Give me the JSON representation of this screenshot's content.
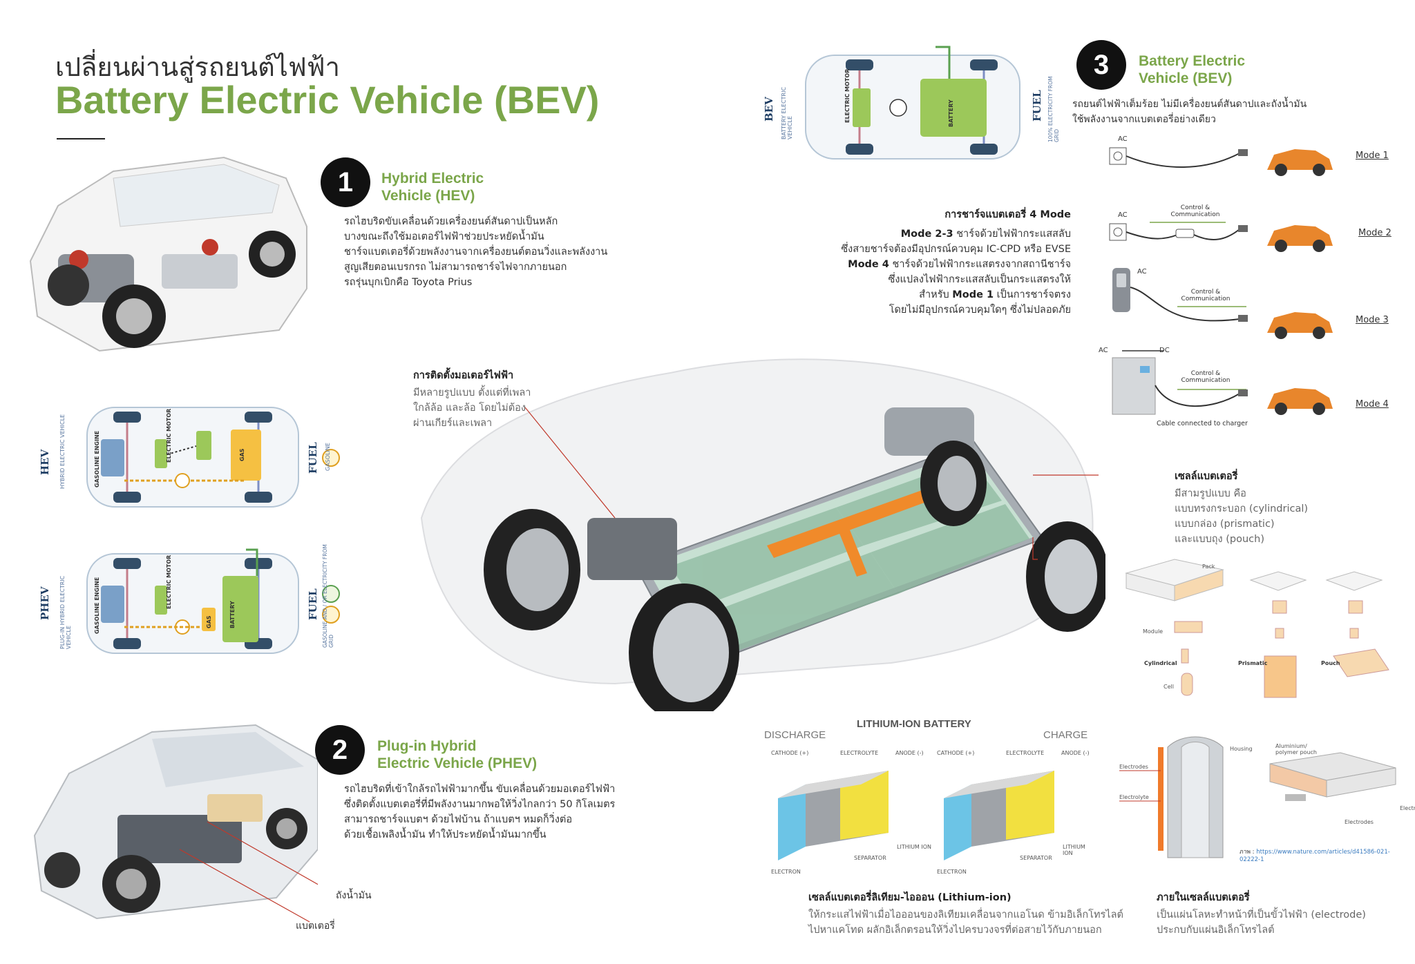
{
  "header": {
    "thai_title": "เปลี่ยนผ่านสู่รถยนต์ไฟฟ้า",
    "title": "Battery Electric Vehicle (BEV)"
  },
  "hev": {
    "number": "1",
    "title_1": "Hybrid Electric",
    "title_2": "Vehicle (HEV)",
    "lines": [
      "รถไฮบริดขับเคลื่อนด้วยเครื่องยนต์สันดาปเป็นหลัก",
      "บางขณะถึงใช้มอเตอร์ไฟฟ้าช่วยประหยัดน้ำมัน",
      "ชาร์จแบตเตอรี่ด้วยพลังงานจากเครื่องยนต์ตอนวิ่งและพลังงาน",
      "สูญเสียตอนเบรกรถ ไม่สามารถชาร์จไฟจากภายนอก",
      "รถรุ่นบุกเบิกคือ Toyota Prius"
    ],
    "diagram": {
      "side_left": "HEV",
      "side_left_sub": "HYBRID ELECTRIC VEHICLE",
      "engine": "GASOLINE ENGINE",
      "motor": "ELECTRIC MOTOR",
      "gas": "GAS",
      "side_right": "FUEL",
      "side_right_sub": "GASOLINE"
    }
  },
  "phev": {
    "number": "2",
    "title_1": "Plug-in Hybrid",
    "title_2": "Electric Vehicle (PHEV)",
    "lines": [
      "รถไฮบริดที่เข้าใกล้รถไฟฟ้ามากขึ้น ขับเคลื่อนด้วยมอเตอร์ไฟฟ้า",
      "ซึ่งติดตั้งแบตเตอรี่ที่มีพลังงานมากพอให้วิ่งไกลกว่า 50 กิโลเมตร",
      "สามารถชาร์จแบตฯ ด้วยไฟบ้าน ถ้าแบตฯ หมดก็วิ่งต่อ",
      "ด้วยเชื้อเพลิงน้ำมัน ทำให้ประหยัดน้ำมันมากขึ้น"
    ],
    "label_tank": "ถังน้ำมัน",
    "label_battery": "แบตเตอรี่",
    "diagram": {
      "side_left": "PHEV",
      "side_left_sub": "PLUG-IN HYBRID ELECTRIC VEHICLE",
      "engine": "GASOLINE ENGINE",
      "motor": "ELECTRIC MOTOR",
      "gas": "GAS",
      "battery": "BATTERY",
      "side_right": "FUEL",
      "side_right_sub": "GASOLINE AND / OR ELECTRICITY FROM GRID"
    }
  },
  "bev": {
    "number": "3",
    "title_1": "Battery Electric",
    "title_2": "Vehicle (BEV)",
    "lines": [
      "รถยนต์ไฟฟ้าเต็มร้อย ไม่มีเครื่องยนต์สันดาปและถังน้ำมัน",
      "ใช้พลังงานจากแบตเตอรี่อย่างเดียว"
    ],
    "diagram": {
      "side_left": "BEV",
      "side_left_sub": "BATTERY ELECTRIC VEHICLE",
      "motor": "ELECTRIC MOTOR",
      "battery": "BATTERY",
      "side_right": "FUEL",
      "side_right_sub": "100% ELECTRICITY FROM GRID"
    }
  },
  "charging": {
    "title": "การชาร์จแบตเตอรี่ 4 Mode",
    "l1_b": "Mode 2-3",
    "l1": " ชาร์จด้วยไฟฟ้ากระแสสลับ",
    "l2": "ซึ่งสายชาร์จต้องมีอุปกรณ์ควบคุม IC-CPD หรือ EVSE",
    "l3_b": "Mode 4",
    "l3": " ชาร์จด้วยไฟฟ้ากระแสตรงจากสถานีชาร์จ",
    "l4": "ซึ่งแปลงไฟฟ้ากระแสสลับเป็นกระแสตรงให้",
    "l5_a": "สำหรับ ",
    "l5_b": "Mode 1",
    "l5_c": " เป็นการชาร์จตรง",
    "l6": "โดยไม่มีอุปกรณ์ควบคุมใดๆ ซึ่งไม่ปลอดภัย",
    "modes": [
      "Mode 1",
      "Mode 2",
      "Mode 3",
      "Mode 4"
    ],
    "ac": "AC",
    "dc": "DC",
    "control_1": "Control &",
    "control_2": "Communication",
    "cable_note": "Cable connected to charger"
  },
  "motor_install": {
    "title": "การติดตั้งมอเตอร์ไฟฟ้า",
    "lines": [
      "มีหลายรูปแบบ ตั้งแต่ที่เพลา",
      "ใกล้ล้อ และล้อ โดยไม่ต้อง",
      "ผ่านเกียร์และเพลา"
    ]
  },
  "battery_cell": {
    "title": "เซลล์แบตเตอรี่",
    "lines": [
      "มีสามรูปแบบ คือ",
      "แบบทรงกระบอก (cylindrical)",
      "แบบกล่อง (prismatic)",
      "และแบบถุง (pouch)"
    ],
    "labels": {
      "pack": "Pack",
      "module": "Module",
      "cell": "Cell",
      "cylindrical": "Cylindrical",
      "prismatic": "Prismatic",
      "pouch": "Pouch"
    }
  },
  "lithium": {
    "heading": "LITHIUM-ION BATTERY",
    "discharge": "DISCHARGE",
    "charge": "CHARGE",
    "cathode": "CATHODE (+)",
    "electrolyte": "ELECTROLYTE",
    "anode": "ANODE (-)",
    "separator": "SEPARATOR",
    "lithium_ion": "LITHIUM ION",
    "electron": "ELECTRON",
    "title": "เซลล์แบตเตอรี่ลิเทียม-ไอออน (Lithium-ion)",
    "lines": [
      "ให้กระแสไฟฟ้าเมื่อไอออนของลิเทียมเคลื่อนจากแอโนด ข้ามอิเล็กโทรไลต์",
      "ไปหาแคโทด ผลักอิเล็กตรอนให้วิ่งไปครบวงจรที่ต่อสายไว้กับภายนอก"
    ]
  },
  "inside_cell": {
    "title": "ภายในเซลล์แบตเตอรี่",
    "lines": [
      "เป็นแผ่นโลหะทำหน้าที่เป็นขั้วไฟฟ้า (electrode)",
      "ประกบกับแผ่นอิเล็กโทรไลต์"
    ],
    "labels": {
      "housing": "Housing",
      "electrodes": "Electrodes",
      "electrolyte": "Electrolyte",
      "pouch": "Aluminium/ polymer pouch"
    },
    "source_label": "ภาพ :",
    "source_url": "https://www.nature.com/articles/d41586-021-02222-1"
  }
}
